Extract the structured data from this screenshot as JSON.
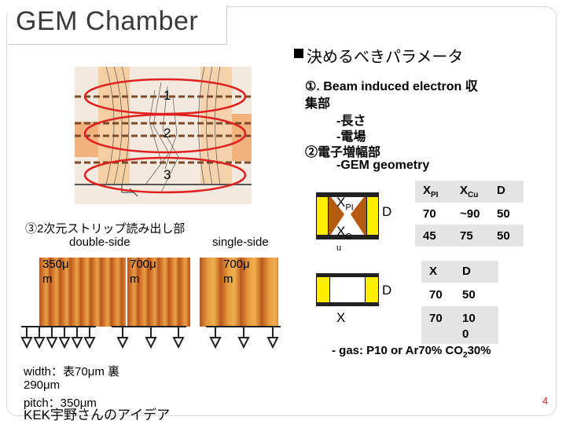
{
  "slide": {
    "title": "GEM Chamber",
    "page_number": "4"
  },
  "diagram": {
    "label_1": "1",
    "label_2": "2",
    "label_3": "3"
  },
  "params": {
    "heading": "決めるべきパラメータ",
    "item1_line1": "①. Beam induced electron 収",
    "item1_line2": "集部",
    "item1_sub1": "-長さ",
    "item1_sub2": "-電場",
    "item2": "②電子増幅部",
    "item2_sub": "-GEM geometry"
  },
  "readout": {
    "heading": "③2次元ストリップ読み出し部",
    "double_side": "double-side",
    "single_side": "single-side",
    "pitch_350_a": "350μ",
    "pitch_350_b": "m",
    "pitch_700_a": "700μ",
    "pitch_700_b": "m",
    "pitch_700s_a": "700μ",
    "pitch_700s_b": "m"
  },
  "gem_diag": {
    "xpi": "X",
    "xpi_sub": "PI",
    "d1": "D",
    "xc": "X",
    "xc_sub": "C",
    "u": "u",
    "d2": "D",
    "x2": "X"
  },
  "table1": {
    "headers": [
      "X",
      "X",
      "D"
    ],
    "header_subs": [
      "PI",
      "Cu",
      ""
    ],
    "rows": [
      [
        "70",
        "~90",
        "50"
      ],
      [
        "45",
        "75",
        "50"
      ]
    ]
  },
  "table2": {
    "headers": [
      "X",
      "D"
    ],
    "rows": [
      [
        "70",
        "50"
      ],
      [
        "70",
        "10"
      ]
    ],
    "row2_extra": "0"
  },
  "gas": {
    "text": "- gas: P10 or Ar70% CO",
    "sub": "2",
    "tail": "30%"
  },
  "notes": {
    "line1": "width：表70μm 裏",
    "line2": "290μm",
    "line3": "pitch：350μm",
    "line4": "KEK宇野さんのアイデア"
  },
  "colors": {
    "accent_red": "#e02020",
    "pad_yellow": "#ffee00",
    "strip_orange": "#d97a2e"
  }
}
